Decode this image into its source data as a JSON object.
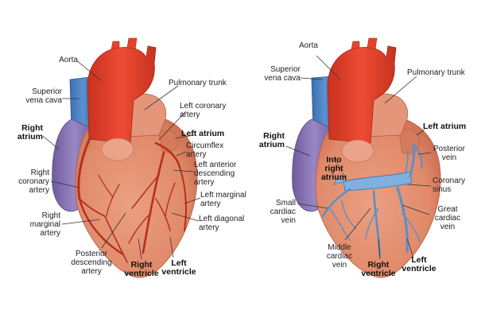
{
  "colors": {
    "heart_fill": "#E08A6A",
    "heart_dark": "#C86A4E",
    "aorta": "#E8412A",
    "aorta_dark": "#C8321F",
    "vena_cava": "#4F86C6",
    "atrium": "#8E7AB8",
    "artery": "#B5301C",
    "vein": "#5A8FC8",
    "leader": "#333333"
  },
  "left_diagram": {
    "labels": {
      "aorta": "Aorta",
      "superior_vena_cava": "Superior vena cava",
      "pulmonary_trunk": "Pulmonary trunk",
      "left_coronary_artery": "Left coronary artery",
      "right_atrium": "Right atrium",
      "left_atrium": "Left atrium",
      "circumflex_artery": "Circumflex artery",
      "left_anterior_descending_artery": "Left anterior descending artery",
      "right_coronary_artery": "Right coronary artery",
      "left_marginal_artery": "Left marginal artery",
      "right_marginal_artery": "Right marginal artery",
      "left_diagonal_artery": "Left diagonal artery",
      "posterior_descending_artery": "Posterior descending artery",
      "right_ventricle": "Right ventricle",
      "left_ventricle": "Left ventricle"
    }
  },
  "right_diagram": {
    "labels": {
      "aorta": "Aorta",
      "superior_vena_cava": "Superior vena cava",
      "pulmonary_trunk": "Pulmonary trunk",
      "right_atrium": "Right atrium",
      "left_atrium": "Left atrium",
      "posterior_vein": "Posterior vein",
      "into_right_atrium": "Into right atrium",
      "coronary_sinus": "Coronary sinus",
      "small_cardiac_vein": "Small cardiac vein",
      "great_cardiac_vein": "Great cardiac vein",
      "middle_cardiac_vein": "Middle cardiac vein",
      "right_ventricle": "Right ventricle",
      "left_ventricle": "Left ventricle"
    }
  }
}
